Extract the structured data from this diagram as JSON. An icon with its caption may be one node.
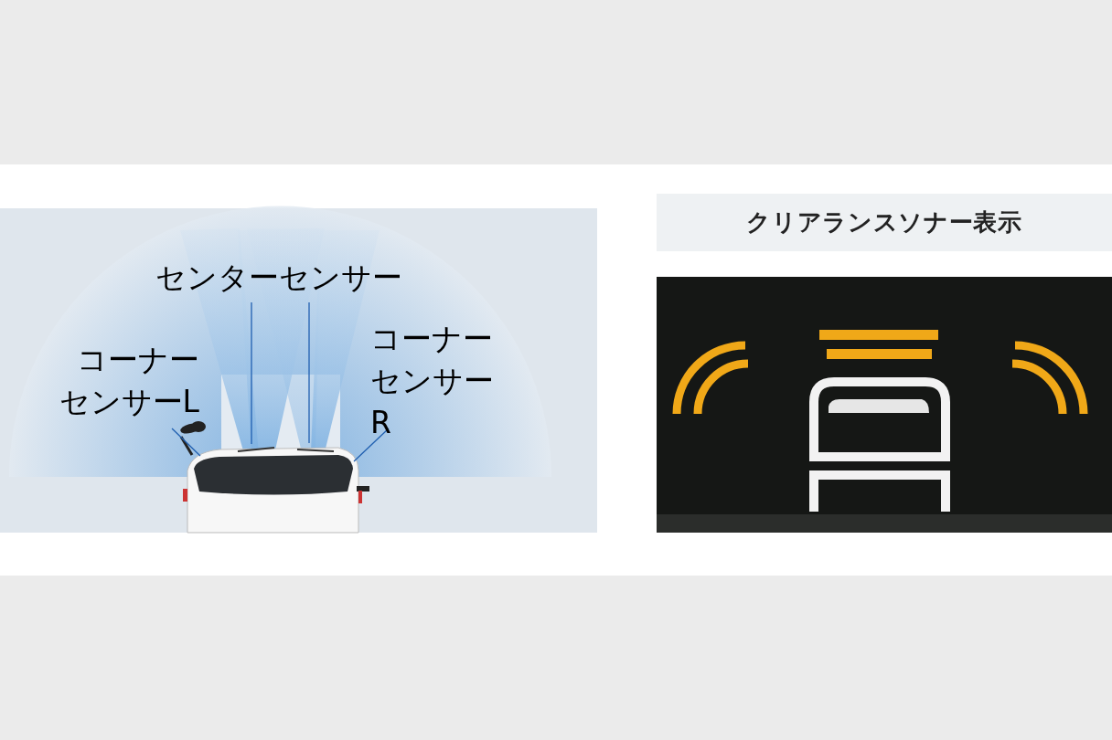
{
  "diagram": {
    "nodes": [
      {
        "text": [
          "センターセンサー"
        ]
      },
      {
        "text": [
          "コーナーセンサーL"
        ]
      },
      {
        "text": [
          "コーナーセンサーR"
        ]
      },
      {
        "text": [
          "クリアランスソナー表示"
        ]
      }
    ],
    "edges": [
      {
        "from": 0,
        "to": null,
        "arrow": "none"
      },
      {
        "from": 0,
        "to": null,
        "arrow": "none"
      },
      {
        "from": 1,
        "to": null,
        "arrow": "none"
      },
      {
        "from": 2,
        "to": null,
        "arrow": "none"
      }
    ]
  }
}
